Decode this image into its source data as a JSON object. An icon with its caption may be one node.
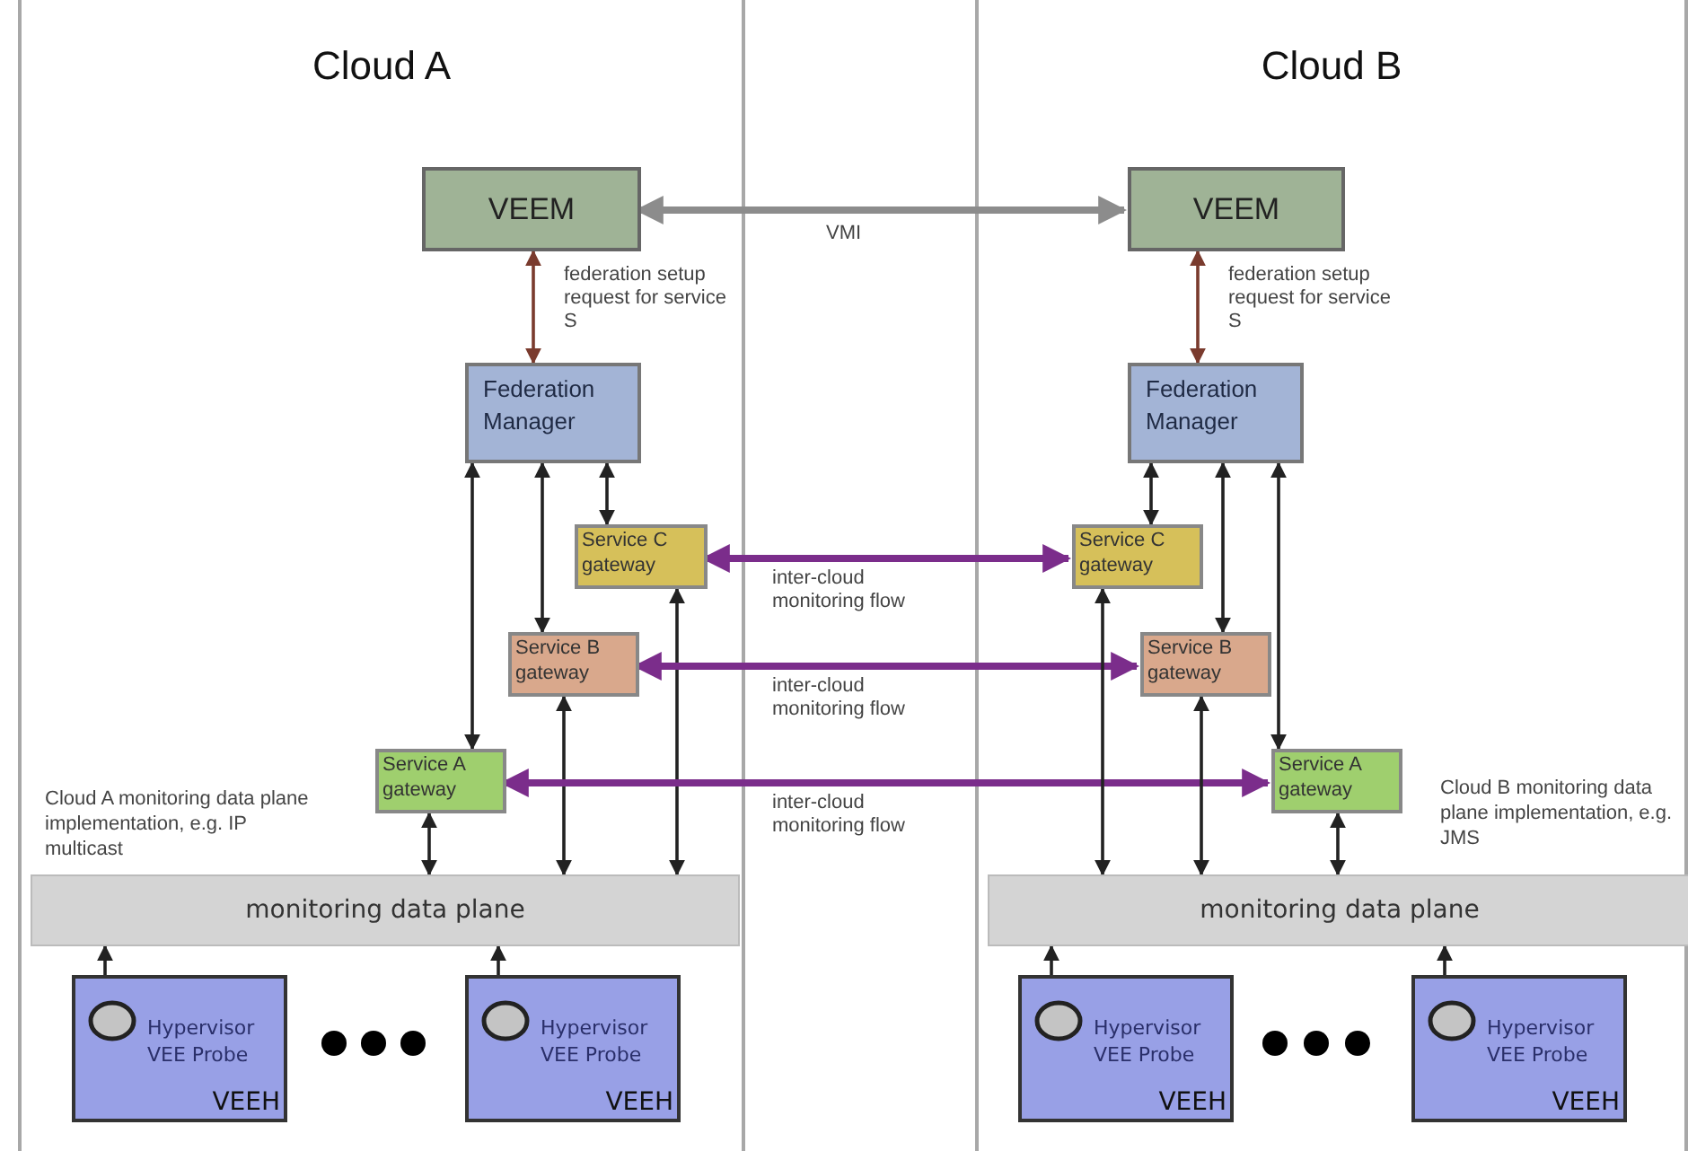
{
  "diagram": {
    "nodes": [
      {
        "text": [
          "Cloud A"
        ]
      },
      {
        "text": [
          "VEEM"
        ],
        "in": 0
      },
      {
        "text": [
          "Federation Manager"
        ],
        "in": 0
      },
      {
        "text": [
          "Service C gateway"
        ],
        "in": 0
      },
      {
        "text": [
          "Service B gateway"
        ],
        "in": 0
      },
      {
        "text": [
          "Service A gateway"
        ],
        "in": 0
      },
      {
        "text": [
          "monitoring data plane"
        ],
        "in": 0
      },
      {
        "text": [
          "Hypervisor VEE Probe",
          "VEEH"
        ],
        "in": 0
      },
      {
        "text": [],
        "shape": "circle",
        "in": 7
      },
      {
        "text": [
          "Hypervisor VEE Probe",
          "VEEH"
        ],
        "in": 0
      },
      {
        "text": [],
        "shape": "circle",
        "in": 9
      },
      {
        "text": [
          "Cloud B"
        ]
      },
      {
        "text": [
          "VEEM"
        ],
        "in": 11
      },
      {
        "text": [
          "Federation Manager"
        ],
        "in": 11
      },
      {
        "text": [
          "Service C gateway"
        ],
        "in": 11
      },
      {
        "text": [
          "Service B gateway"
        ],
        "in": 11
      },
      {
        "text": [
          "Service A gateway"
        ],
        "in": 11
      },
      {
        "text": [
          "monitoring data plane"
        ],
        "in": 11
      },
      {
        "text": [
          "Hypervisor VEE Probe",
          "VEEH"
        ],
        "in": 11
      },
      {
        "text": [],
        "shape": "circle",
        "in": 18
      },
      {
        "text": [
          "Hypervisor VEE Probe",
          "VEEH"
        ],
        "in": 11
      },
      {
        "text": [],
        "shape": "circle",
        "in": 20
      }
    ],
    "edges": [
      {
        "from": 1,
        "to": 2,
        "arrow": "both",
        "label": "federation setup request for service S",
        "color": "#7a3b2e"
      },
      {
        "from": 1,
        "to": 12,
        "arrow": "both",
        "label": "VMI",
        "style": "thick",
        "color": "#8c8c8c"
      },
      {
        "from": 12,
        "to": 13,
        "arrow": "both",
        "label": "federation setup request for service S",
        "color": "#7a3b2e"
      },
      {
        "from": 2,
        "to": 5,
        "arrow": "both"
      },
      {
        "from": 2,
        "to": 4,
        "arrow": "both"
      },
      {
        "from": 2,
        "to": 3,
        "arrow": "both"
      },
      {
        "from": 5,
        "to": 6,
        "arrow": "both"
      },
      {
        "from": 4,
        "to": 6,
        "arrow": "both"
      },
      {
        "from": 3,
        "to": 6,
        "arrow": "both"
      },
      {
        "from": 8,
        "to": 6,
        "arrow": "to"
      },
      {
        "from": 10,
        "to": 6,
        "arrow": "to"
      },
      {
        "from": 3,
        "to": 14,
        "arrow": "both",
        "label": "inter-cloud monitoring flow",
        "style": "thick",
        "color": "#7b2d8b"
      },
      {
        "from": 4,
        "to": 15,
        "arrow": "both",
        "label": "inter-cloud monitoring flow",
        "style": "thick",
        "color": "#7b2d8b"
      },
      {
        "from": 5,
        "to": 16,
        "arrow": "both",
        "label": "inter-cloud monitoring flow",
        "style": "thick",
        "color": "#7b2d8b"
      },
      {
        "from": 13,
        "to": 14,
        "arrow": "both"
      },
      {
        "from": 13,
        "to": 15,
        "arrow": "both"
      },
      {
        "from": 13,
        "to": 16,
        "arrow": "both"
      },
      {
        "from": 14,
        "to": 17,
        "arrow": "both"
      },
      {
        "from": 15,
        "to": 17,
        "arrow": "both"
      },
      {
        "from": 16,
        "to": 17,
        "arrow": "both"
      },
      {
        "from": 19,
        "to": 17,
        "arrow": "to"
      },
      {
        "from": 21,
        "to": 17,
        "arrow": "to"
      }
    ],
    "labels": [
      "Cloud A monitoring data plane implementation, e.g. IP multicast",
      "Cloud B monitoring data plane implementation, e.g. JMS"
    ]
  }
}
